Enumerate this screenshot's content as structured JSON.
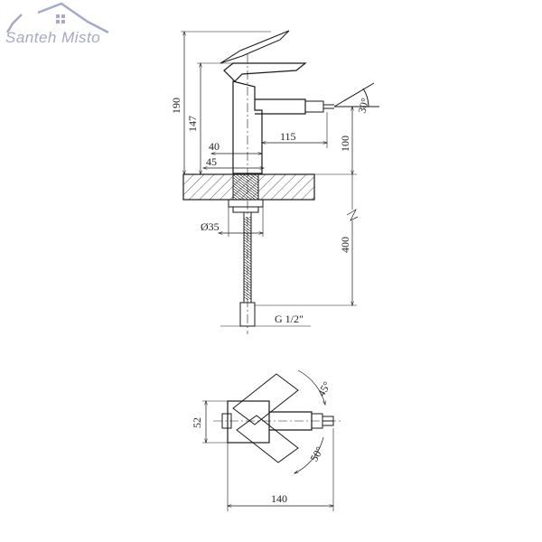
{
  "brand": {
    "name": "Santeh Misto",
    "color": "#a6a9c4"
  },
  "dimensions": {
    "height_total": "190",
    "height_spout": "147",
    "spout_height_front": "100",
    "spout_reach": "115",
    "base_width_inner": "40",
    "base_width_outer": "45",
    "spout_tilt_angle": "30°",
    "hose_length": "400",
    "shank_diameter": "Ø35",
    "connection_thread": "G 1/2\"",
    "plan_height": "52",
    "plan_width": "140",
    "lever_angle_upper": "45°",
    "lever_angle_lower": "50°"
  },
  "colors": {
    "line": "#1a1a1a",
    "hatch": "#555555"
  }
}
